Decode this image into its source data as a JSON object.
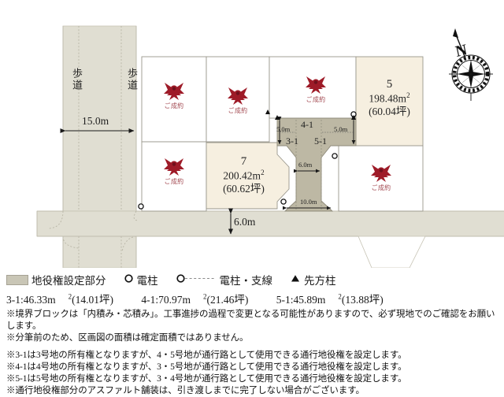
{
  "map": {
    "plots": [
      {
        "id": "plot-5",
        "number": "5",
        "area_m2": "198.48m",
        "area_tsubo": "(60.04坪)",
        "status": "available"
      },
      {
        "id": "plot-7",
        "number": "7",
        "area_m2": "200.42m",
        "area_tsubo": "(60.62坪)",
        "status": "available"
      }
    ],
    "sold_markers": [
      {
        "id": "sold-1",
        "label": "ご成約"
      },
      {
        "id": "sold-2",
        "label": "ご成約"
      },
      {
        "id": "sold-3",
        "label": "ご成約"
      },
      {
        "id": "sold-4",
        "label": "ご成約"
      },
      {
        "id": "sold-5",
        "label": "ご成約"
      }
    ],
    "roads": {
      "sidewalk_left": "歩道",
      "sidewalk_right": "歩道",
      "width_main": "15.0m",
      "width_south": "6.0m"
    },
    "easement": {
      "labels": [
        "4-1",
        "3-1",
        "5-1"
      ],
      "dims": [
        "5.0m",
        "5.0m",
        "6.0m",
        "10.0m"
      ]
    },
    "compass": {
      "north_label": "N"
    }
  },
  "legend": {
    "easement_label": "地役権設定部分",
    "pole_label": "電柱",
    "pole_guy_label": "電柱・支線",
    "opposite_pole_label": "先方柱"
  },
  "areas_line": [
    {
      "code": "3-1:46.33m",
      "tsubo": "(14.01坪)"
    },
    {
      "code": "4-1:70.97m",
      "tsubo": "(21.46坪)"
    },
    {
      "code": "5-1:45.89m",
      "tsubo": "(13.88坪)"
    }
  ],
  "notes_a": [
    "※境界ブロックは「内積み・芯積み」。工事進捗の過程で変更となる可能性がありますので、必ず現地でのご確認をお願いします。",
    "※分筆前のため、区画図の面積は確定面積ではありません。"
  ],
  "notes_b": [
    "※3-1は3号地の所有権となりますが、4・5号地が通行路として使用できる通行地役権を設定します。",
    "※4-1は4号地の所有権となりますが、3・5号地が通行路として使用できる通行地役権を設定します。",
    "※5-1は5号地の所有権となりますが、3・4号地が通行路として使用できる通行地役権を設定します。",
    "※通行地役権部分のアスファルト舗装は、引き渡しまでに完了しない場合がございます。"
  ],
  "colors": {
    "road": "#e0ded2",
    "easement": "#bdb8a4",
    "plot_available": "#f6efe0",
    "plot_sold": "#ffffff",
    "ribbon": "#9e1b28"
  }
}
